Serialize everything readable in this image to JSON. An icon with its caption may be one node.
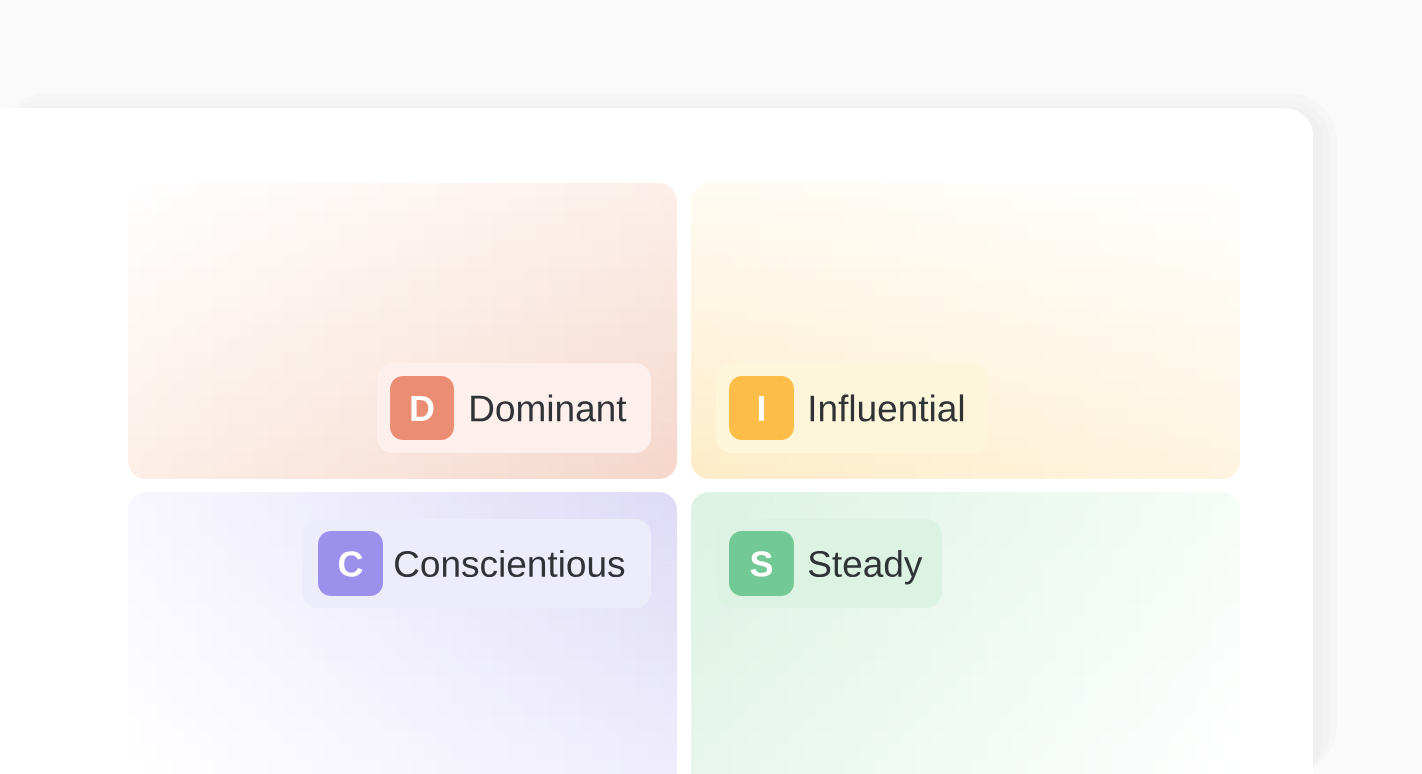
{
  "diagram": {
    "nodes": [
      {
        "text": [],
        "shape": "box"
      },
      {
        "text": [
          "Dominant"
        ],
        "in": 0
      },
      {
        "text": [
          "D"
        ],
        "in": 1
      },
      {
        "text": [],
        "shape": "box"
      },
      {
        "text": [
          "Influential"
        ],
        "in": 3
      },
      {
        "text": [
          "I"
        ],
        "in": 4
      },
      {
        "text": [],
        "shape": "box"
      },
      {
        "text": [
          "Conscientious"
        ],
        "in": 6
      },
      {
        "text": [
          "C"
        ],
        "in": 7
      },
      {
        "text": [],
        "shape": "box"
      },
      {
        "text": [
          "Steady"
        ],
        "in": 9
      },
      {
        "text": [
          "S"
        ],
        "in": 10
      }
    ]
  }
}
